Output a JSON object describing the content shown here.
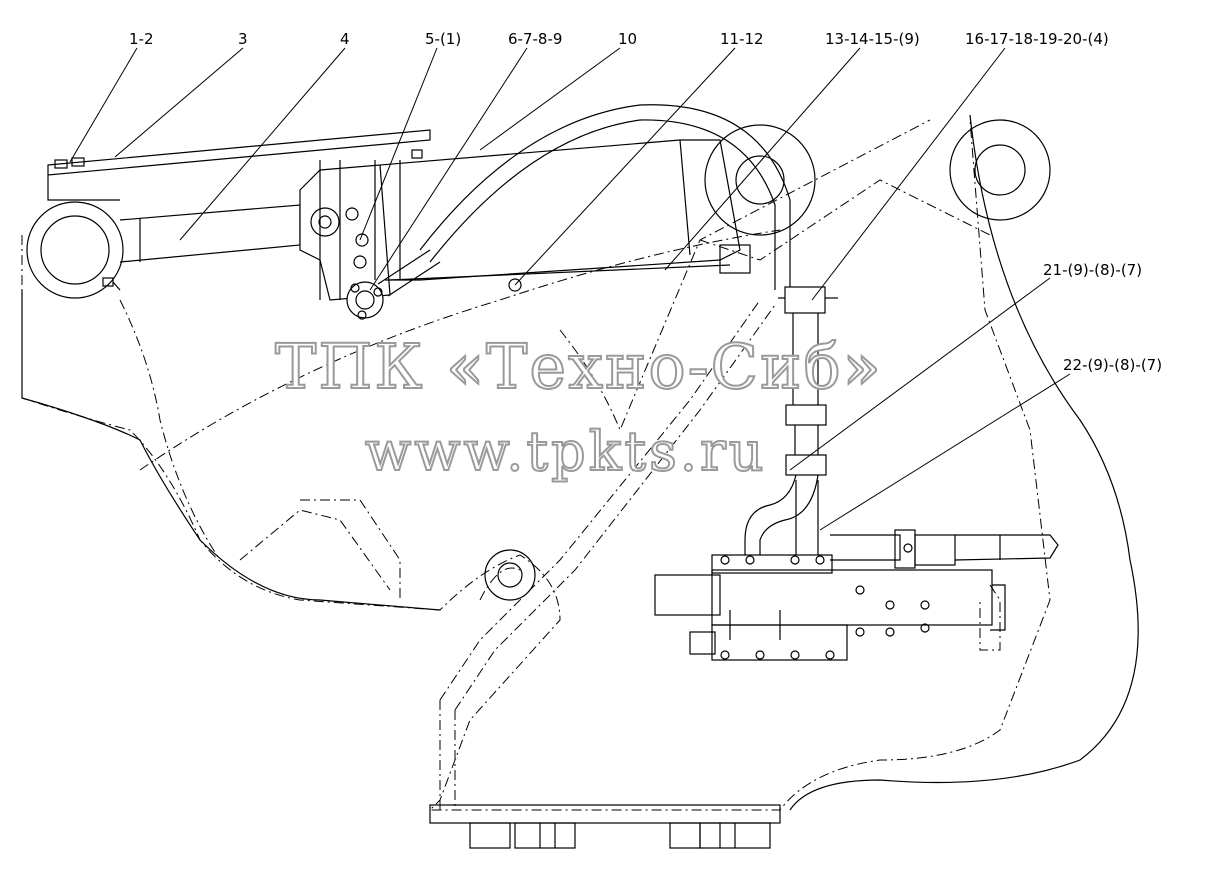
{
  "callouts": [
    {
      "id": "c1",
      "label": "1-2"
    },
    {
      "id": "c2",
      "label": "3"
    },
    {
      "id": "c3",
      "label": "4"
    },
    {
      "id": "c4",
      "label": "5-(1)"
    },
    {
      "id": "c5",
      "label": "6-7-8-9"
    },
    {
      "id": "c6",
      "label": "10"
    },
    {
      "id": "c7",
      "label": "11-12"
    },
    {
      "id": "c8",
      "label": "13-14-15-(9)"
    },
    {
      "id": "c9",
      "label": "16-17-18-19-20-(4)"
    },
    {
      "id": "c10",
      "label": "21-(9)-(8)-(7)"
    },
    {
      "id": "c11",
      "label": "22-(9)-(8)-(7)"
    }
  ],
  "watermark": {
    "line1": "ТПК «Техно-Сиб»",
    "line2": "www.tpkts.ru"
  }
}
